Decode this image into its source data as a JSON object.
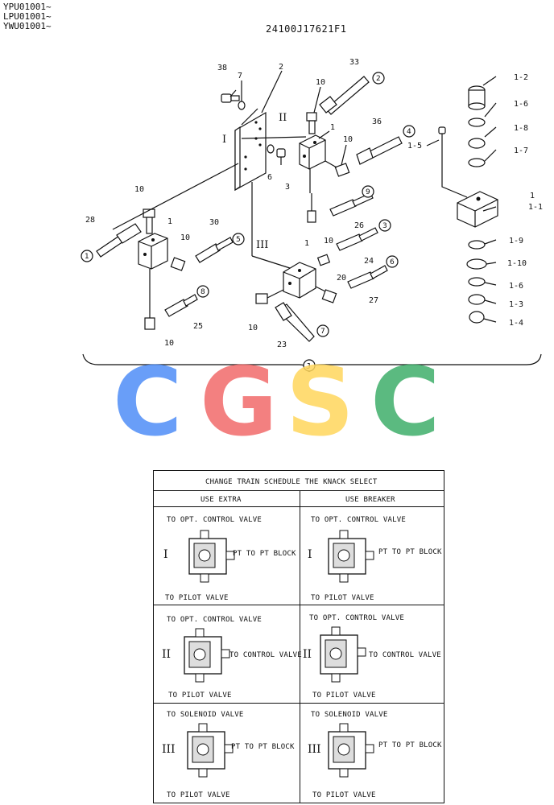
{
  "header": {
    "serials": [
      "YPU01001~",
      "LPU01001~",
      "YWU01001~"
    ],
    "drawing_number": "24100J17621F1"
  },
  "diagram": {
    "part_labels": [
      "38",
      "7",
      "2",
      "10",
      "33",
      "1",
      "36",
      "10",
      "1-5",
      "3",
      "6",
      "10",
      "28",
      "1",
      "10",
      "30",
      "26",
      "24",
      "1",
      "20",
      "27",
      "10",
      "10",
      "25",
      "10",
      "23",
      "1-2",
      "1-6",
      "1-8",
      "1-7",
      "1",
      "1-1",
      "1-9",
      "1-10",
      "1-6",
      "1-3",
      "1-4"
    ],
    "circled_refs": [
      "1",
      "2",
      "3",
      "4",
      "5",
      "6",
      "7",
      "8",
      "9"
    ],
    "roman_labels": [
      "I",
      "II",
      "III"
    ],
    "group_label": "J"
  },
  "watermark": {
    "text": [
      "C",
      "G",
      "S",
      "C"
    ],
    "colors": [
      "#4f8ef7",
      "#f26a6a",
      "#ffd65c",
      "#3fae6a"
    ]
  },
  "table": {
    "title": "CHANGE TRAIN SCHEDULE THE KNACK SELECT",
    "columns": [
      "USE EXTRA",
      "USE BREAKER"
    ],
    "rows": [
      {
        "roman": "I",
        "extra": {
          "top": "TO OPT. CONTROL VALVE",
          "side": "PT TO PT BLOCK",
          "bottom": "TO PILOT VALVE"
        },
        "breaker": {
          "top": "TO OPT. CONTROL VALVE",
          "side": "PT TO PT BLOCK",
          "bottom": "TO PILOT VALVE"
        }
      },
      {
        "roman": "II",
        "extra": {
          "top": "TO OPT. CONTROL VALVE",
          "side": "TO CONTROL VALVE",
          "bottom": "TO PILOT VALVE"
        },
        "breaker": {
          "top": "TO OPT. CONTROL VALVE",
          "side": "TO CONTROL VALVE",
          "bottom": "TO PILOT VALVE"
        }
      },
      {
        "roman": "III",
        "extra": {
          "top": "TO SOLENOID VALVE",
          "side": "PT TO PT BLOCK",
          "bottom": "TO PILOT VALVE"
        },
        "breaker": {
          "top": "TO SOLENOID VALVE",
          "side": "PT TO PT BLOCK",
          "bottom": "TO PILOT VALVE"
        }
      }
    ]
  }
}
